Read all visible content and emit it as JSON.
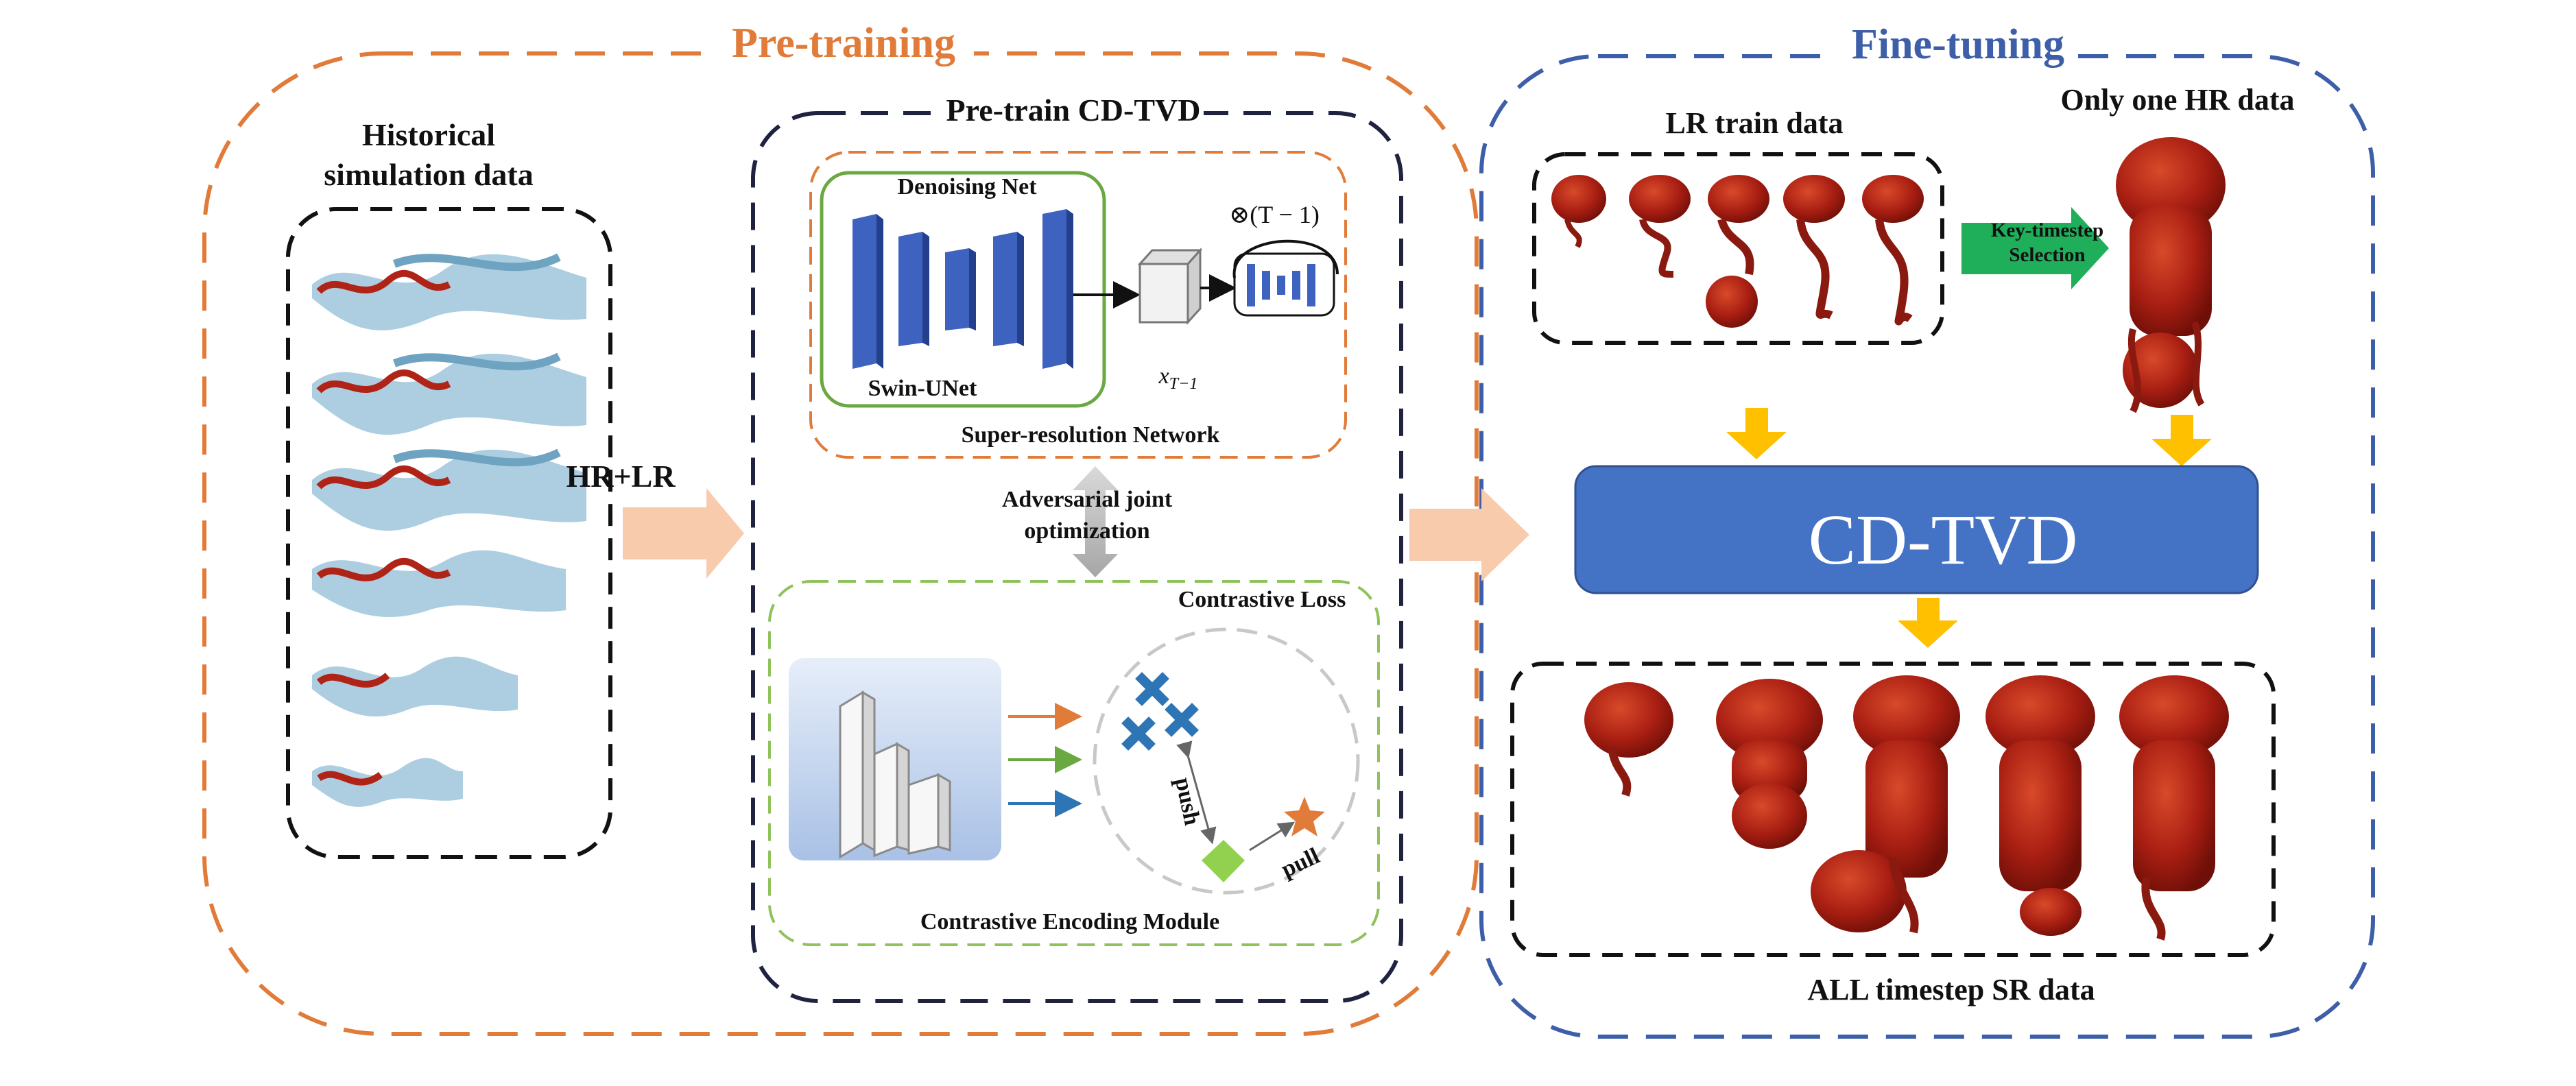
{
  "pretraining": {
    "title": "Pre-training",
    "historical_label": "Historical\nsimulation data",
    "transfer_label": "HR+LR",
    "pretrain_box_title": "Pre-train CD-TVD",
    "denoising_net_label": "Denoising Net",
    "swin_unet_label": "Swin-UNet",
    "xt_label": "x_{T-1}",
    "repeat_label": "⊗(T − 1)",
    "sr_network_label": "Super-resolution Network",
    "adversarial_label": "Adversarial joint\noptimization",
    "contrastive_loss_label": "Contrastive Loss",
    "push_label": "push",
    "pull_label": "pull",
    "cem_label": "Contrastive Encoding Module"
  },
  "finetuning": {
    "title": "Fine-tuning",
    "lr_train_label": "LR train data",
    "one_hr_label": "Only one HR data",
    "key_selection_label": "Key-timestep\nSelection",
    "model_label": "CD-TVD",
    "sr_output_label": "ALL timestep SR data"
  },
  "colors": {
    "pretraining_accent": "#e07b39",
    "finetuning_accent": "#3d5ea8",
    "unet_blue": "#3d62c0",
    "model_box": "#4472c4",
    "yellow_arrow": "#ffc000",
    "green_arrow": "#1fae5a",
    "peach_arrow": "#f8cbad",
    "flow_blue": "#7fb1cf",
    "flow_red": "#b02418"
  },
  "icons": [
    "cross-icon",
    "diamond-icon",
    "star-icon"
  ]
}
